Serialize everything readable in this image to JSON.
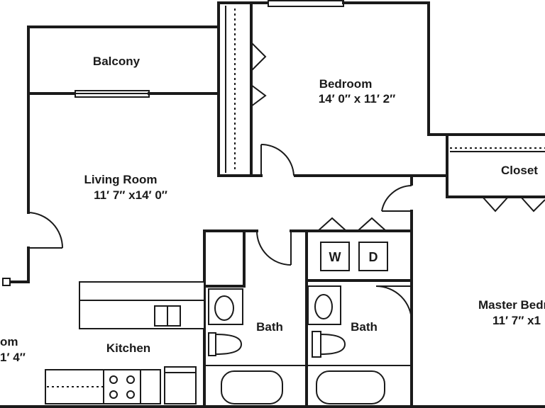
{
  "rooms": {
    "balcony": {
      "name": "Balcony"
    },
    "bedroom": {
      "name": "Bedroom",
      "dims": "14′ 0″ x 11′ 2″"
    },
    "living_room": {
      "name": "Living Room",
      "dims": "11′ 7″ x14′ 0″"
    },
    "closet": {
      "name": "Closet"
    },
    "master_bedroom": {
      "name": "Master Bedro",
      "dims": "11′ 7″ x1"
    },
    "bath_1": {
      "name": "Bath"
    },
    "bath_2": {
      "name": "Bath"
    },
    "kitchen": {
      "name": "Kitchen"
    },
    "dining_partial": {
      "name": "om",
      "dims": "1′ 4″"
    }
  },
  "appliances": {
    "washer": "W",
    "dryer": "D"
  }
}
